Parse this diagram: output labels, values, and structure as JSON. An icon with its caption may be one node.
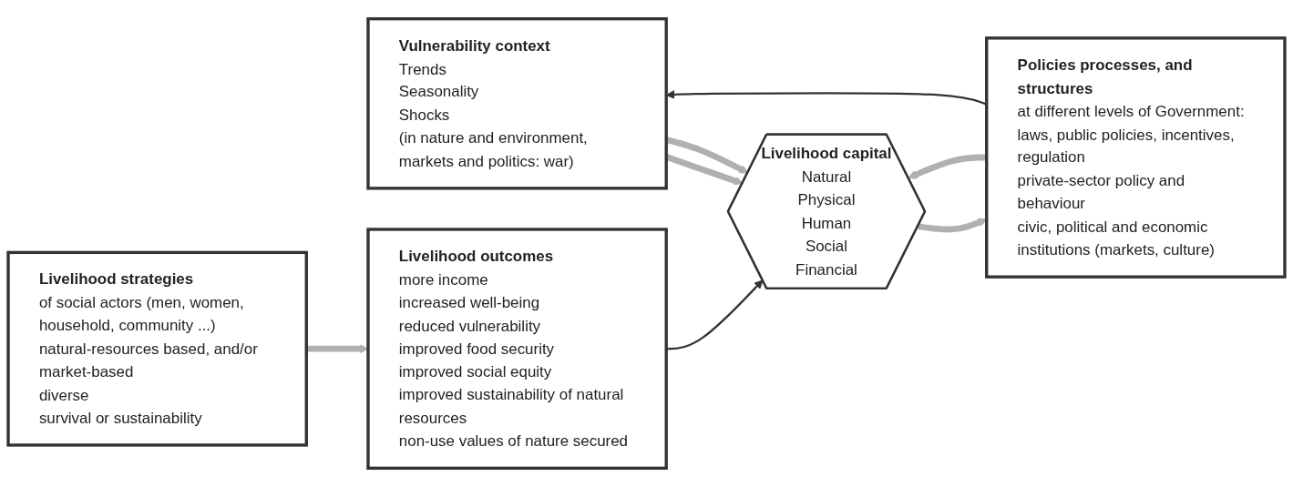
{
  "diagram": {
    "nodes": [
      {
        "text": [
          "Vulnerability context",
          "Trends",
          "Seasonality",
          "Shocks",
          "(in nature and environment, markets and politics: war)"
        ]
      },
      {
        "text": [
          "Livelihood capital",
          "Natural",
          "Physical",
          "Human",
          "Social",
          "Financial"
        ]
      },
      {
        "text": [
          "Policies processes, and structures",
          "at different levels of Government: laws, public policies, incentives, regulation",
          "private-sector policy and behaviour",
          "civic, political and economic institutions (markets, culture)"
        ]
      },
      {
        "text": [
          "Livelihood strategies",
          "of social actors (men, women, household, community ...)",
          "natural-resources based, and/or",
          "market-based",
          "diverse",
          "survival or sustainability"
        ]
      },
      {
        "text": [
          "Livelihood outcomes",
          "more income",
          "increased well-being",
          "reduced vulnerability",
          "improved food security",
          "improved social equity",
          "improved sustainability of natural resources",
          "non-use values of nature secured"
        ]
      }
    ],
    "edges": [
      {
        "from": 0,
        "to": 1,
        "arrow": "to"
      },
      {
        "from": 0,
        "to": 1,
        "arrow": "to"
      },
      {
        "from": 1,
        "to": 2,
        "arrow": "to"
      },
      {
        "from": 2,
        "to": 1,
        "arrow": "to"
      },
      {
        "from": 3,
        "to": 4,
        "arrow": "to"
      },
      {
        "from": 2,
        "to": 0,
        "arrow": "to",
        "color": "#333333"
      },
      {
        "from": 4,
        "to": 1,
        "arrow": "to",
        "color": "#333333"
      }
    ]
  }
}
